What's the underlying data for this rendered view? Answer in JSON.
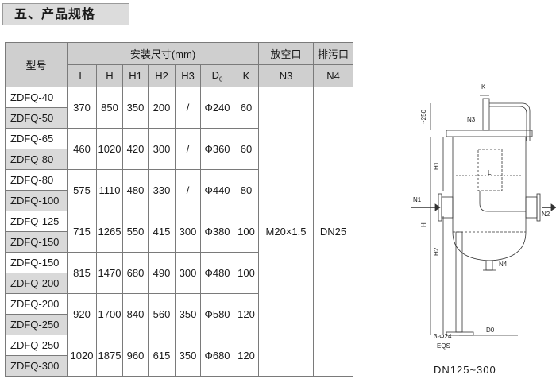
{
  "section": {
    "title": "五、产品规格"
  },
  "table": {
    "model_header": "型号",
    "install_header": "安装尺寸(mm)",
    "vent_header": "放空口",
    "vent_sub": "N3",
    "drain_header": "排污口",
    "drain_sub": "N4",
    "columns": [
      "L",
      "H",
      "H1",
      "H2",
      "H3",
      "D",
      "K"
    ],
    "d_sub": "0",
    "vent_value": "M20×1.5",
    "drain_value": "DN25",
    "groups": [
      {
        "models": [
          "ZDFQ-40",
          "ZDFQ-50"
        ],
        "values": [
          "370",
          "850",
          "350",
          "200",
          "/",
          "Φ240",
          "60"
        ]
      },
      {
        "models": [
          "ZDFQ-65",
          "ZDFQ-80"
        ],
        "values": [
          "460",
          "1020",
          "420",
          "300",
          "/",
          "Φ360",
          "60"
        ]
      },
      {
        "models": [
          "ZDFQ-80",
          "ZDFQ-100"
        ],
        "values": [
          "575",
          "1110",
          "480",
          "330",
          "/",
          "Φ440",
          "80"
        ]
      },
      {
        "models": [
          "ZDFQ-125",
          "ZDFQ-150"
        ],
        "values": [
          "715",
          "1265",
          "550",
          "415",
          "300",
          "Φ380",
          "100"
        ]
      },
      {
        "models": [
          "ZDFQ-150",
          "ZDFQ-200"
        ],
        "values": [
          "815",
          "1470",
          "680",
          "490",
          "300",
          "Φ480",
          "100"
        ]
      },
      {
        "models": [
          "ZDFQ-200",
          "ZDFQ-250"
        ],
        "values": [
          "920",
          "1700",
          "840",
          "560",
          "350",
          "Φ580",
          "120"
        ]
      },
      {
        "models": [
          "ZDFQ-250",
          "ZDFQ-300"
        ],
        "values": [
          "1020",
          "1875",
          "960",
          "615",
          "350",
          "Φ680",
          "120"
        ]
      }
    ]
  },
  "drawing": {
    "label_k": "K",
    "label_n3": "N3",
    "label_250": "~250",
    "label_h1": "H1",
    "label_l": "L",
    "label_n1": "N1",
    "label_n2": "N2",
    "label_h": "H",
    "label_h2": "H2",
    "label_n4": "N4",
    "label_bolt": "3-Φ24",
    "label_eqs": "EQS",
    "label_d0": "D0"
  },
  "caption": "DN125~300"
}
